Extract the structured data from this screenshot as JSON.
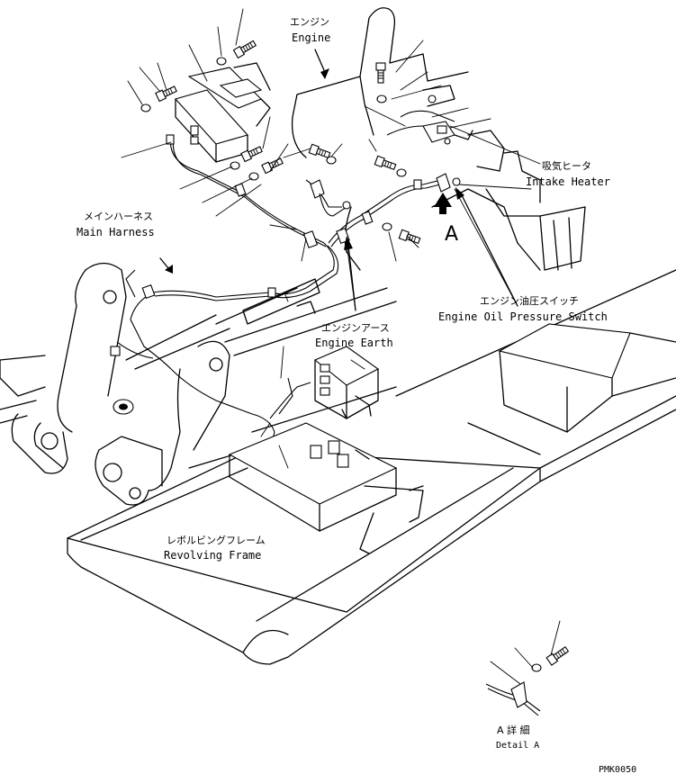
{
  "labels": {
    "engine_jp": "エンジン",
    "engine_en": "Engine",
    "intake_heater_jp": "吸気ヒータ",
    "intake_heater_en": "Intake Heater",
    "main_harness_jp": "メインハーネス",
    "main_harness_en": "Main Harness",
    "oil_switch_jp": "エンジン油圧スイッチ",
    "oil_switch_en": "Engine Oil Pressure Switch",
    "earth_jp": "エンジンアース",
    "earth_en": "Engine Earth",
    "frame_jp": "レボルビングフレーム",
    "frame_en": "Revolving Frame",
    "view_marker": "A",
    "detail_jp": "A 詳 細",
    "detail_en": "Detail A",
    "drawing_code": "PMK0050"
  }
}
